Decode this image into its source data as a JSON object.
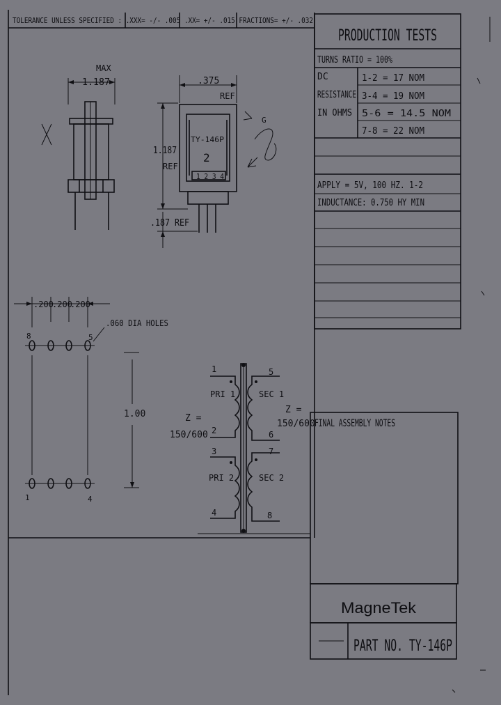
{
  "header": {
    "tolerance": "TOLERANCE UNLESS SPECIFIED : .XXX= -/- .005 .XX= +/- .015 FRACTIONS= +/- .032"
  },
  "production_tests": {
    "title": "PRODUCTION TESTS",
    "turns_ratio": "TURNS RATIO = 100%",
    "dc_resistance_label": [
      "DC",
      "RESISTANCE",
      "IN OHMS"
    ],
    "resistance_rows": [
      "1-2 = 17 NOM",
      "3-4 = 19 NOM",
      "5-6 = 14.5 NOM",
      "7-8 = 22 NOM"
    ],
    "apply": "APPLY = 5V, 100 HZ. 1-2",
    "inductance": "INDUCTANCE: 0.750 HY MIN"
  },
  "side_view": {
    "max_label": "MAX",
    "width_dim": "1.187"
  },
  "front_view": {
    "width_dim": ".375",
    "width_ref": "REF",
    "height_dim": "1.187",
    "height_ref": "REF",
    "part_label": "TY-146P",
    "mark": "2",
    "pins_label": "1 2 3 4",
    "pin_dim": ".187 REF",
    "annotation_letter": "G"
  },
  "pin_layout": {
    "spacing_labels": [
      ".200",
      ".200",
      ".200"
    ],
    "holes_label": ".060 DIA HOLES",
    "height_dim": "1.00",
    "pin_numbers": {
      "top_left": "8",
      "top_right": "5",
      "bottom_left": "1",
      "bottom_right": "4"
    }
  },
  "schematic": {
    "pin_labels": [
      "1",
      "2",
      "3",
      "4",
      "5",
      "6",
      "7",
      "8"
    ],
    "pri1": "PRI 1",
    "pri2": "PRI 2",
    "sec1": "SEC 1",
    "sec2": "SEC 2",
    "z_left": [
      "Z =",
      "150/600"
    ],
    "z_right": [
      "Z =",
      "150/600"
    ]
  },
  "final_assembly": {
    "title": "FINAL ASSEMBLY NOTES"
  },
  "title_block": {
    "company": "MagneTek",
    "part_no": "PART NO. TY-146P"
  }
}
